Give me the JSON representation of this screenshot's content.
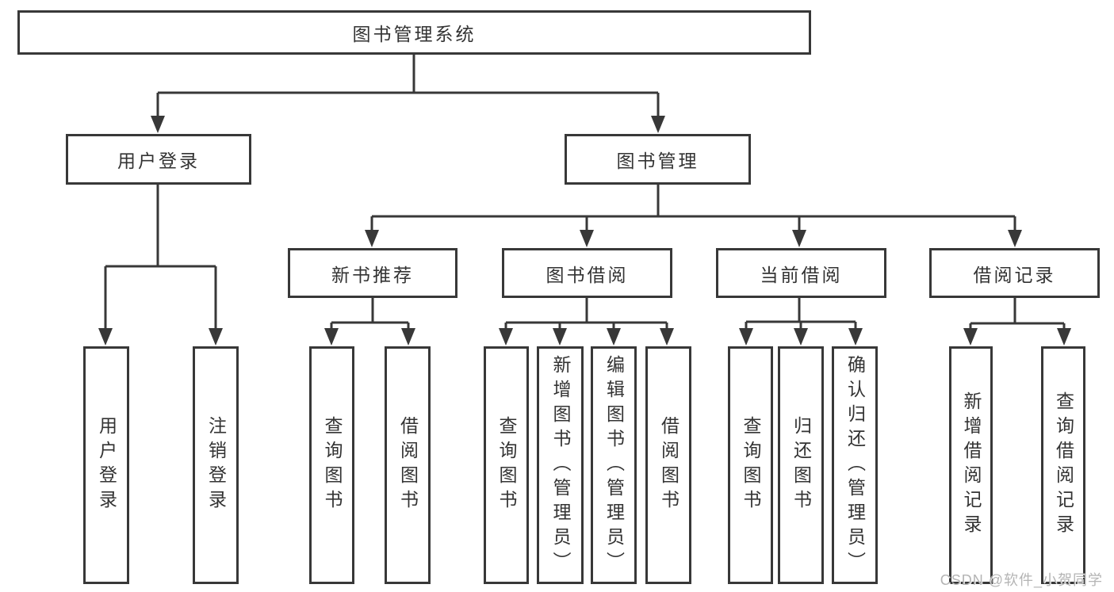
{
  "diagram": {
    "root": "图书管理系统",
    "level2": [
      "用户登录",
      "图书管理"
    ],
    "level3": [
      "新书推荐",
      "图书借阅",
      "当前借阅",
      "借阅记录"
    ],
    "leaves": {
      "user_login": [
        "用户登录",
        "注销登录"
      ],
      "new_book": [
        "查询图书",
        "借阅图书"
      ],
      "book_borrow": [
        "查询图书",
        "新增图书（管理员）",
        "编辑图书（管理员）",
        "借阅图书"
      ],
      "current_borrow": [
        "查询图书",
        "归还图书",
        "确认归还（管理员）"
      ],
      "borrow_record": [
        "新增借阅记录",
        "查询借阅记录"
      ]
    }
  },
  "watermark": "CSDN @软件_小贺同学",
  "colors": {
    "line": "#383838",
    "text": "#333333",
    "watermark": "#b4b4b4"
  }
}
